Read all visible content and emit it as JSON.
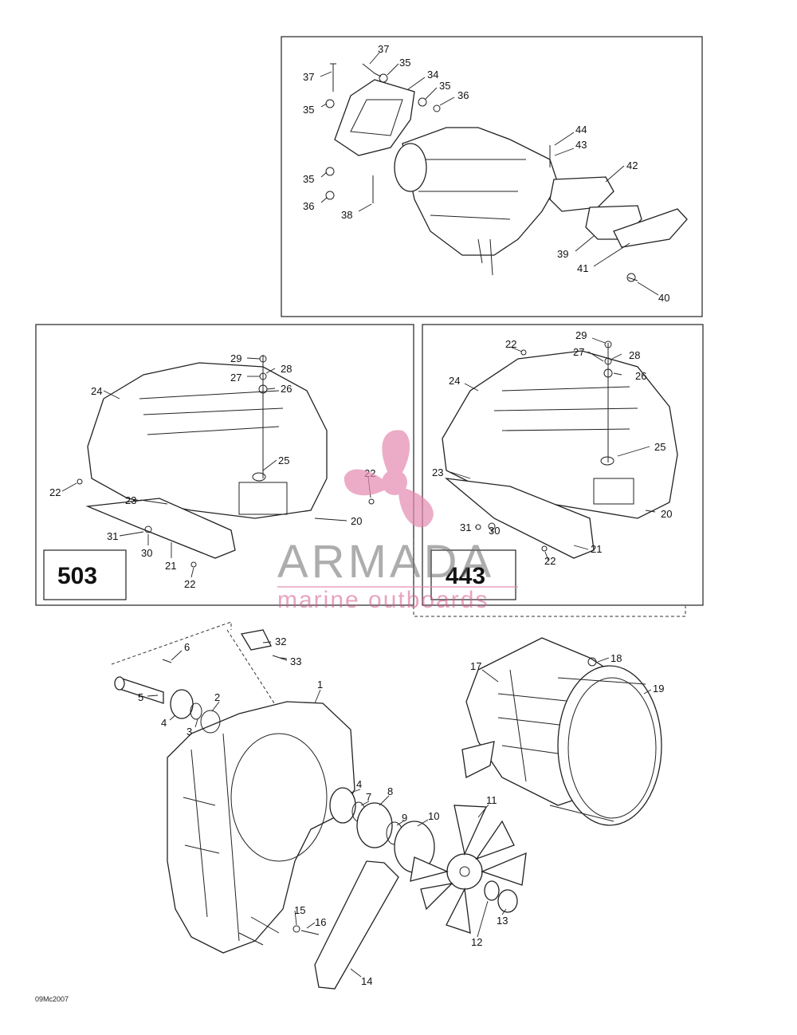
{
  "panels": {
    "top_labels": [
      "37",
      "35",
      "34",
      "35",
      "36",
      "37",
      "35",
      "35",
      "36",
      "38",
      "44",
      "43",
      "42",
      "39",
      "41",
      "40"
    ],
    "left_code": "503",
    "right_code": "443",
    "left_labels": [
      "29",
      "28",
      "27",
      "26",
      "24",
      "25",
      "22",
      "20",
      "22",
      "23",
      "31",
      "30",
      "21",
      "22"
    ],
    "right_labels": [
      "29",
      "28",
      "27",
      "26",
      "22",
      "24",
      "25",
      "23",
      "20",
      "31",
      "30",
      "21",
      "22"
    ],
    "bottom_labels": [
      "32",
      "33",
      "6",
      "5",
      "4",
      "3",
      "2",
      "1",
      "17",
      "18",
      "19",
      "4",
      "7",
      "8",
      "9",
      "10",
      "11",
      "15",
      "16",
      "14",
      "12",
      "13"
    ]
  },
  "watermark": {
    "brand": "ARMADA",
    "tagline": "marine outboards",
    "brand_color": "#6b6b6b",
    "accent_color": "#e48ab0"
  },
  "footer": {
    "drawing_code": "09Mc2007"
  }
}
